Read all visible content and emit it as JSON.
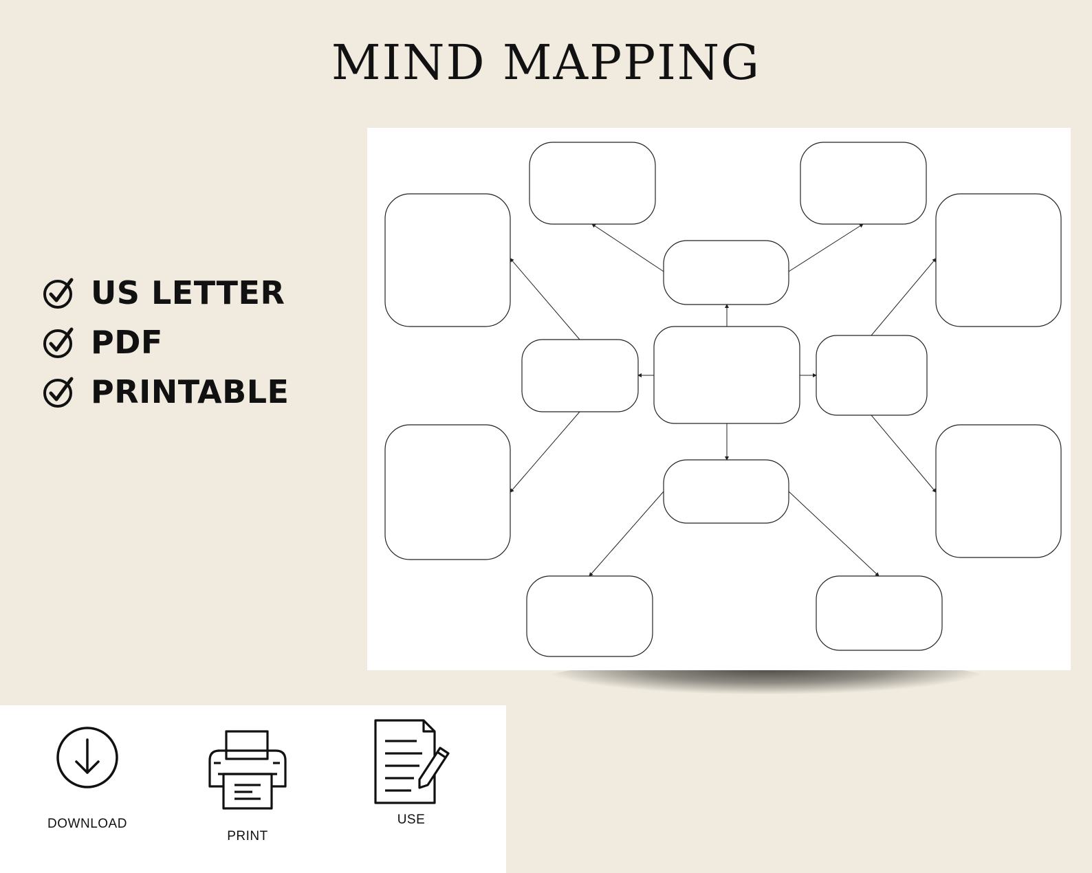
{
  "title": "MIND MAPPING",
  "features": [
    {
      "label": "US LETTER",
      "icon": "check-circle-icon"
    },
    {
      "label": "PDF",
      "icon": "check-circle-icon"
    },
    {
      "label": "PRINTABLE",
      "icon": "check-circle-icon"
    }
  ],
  "actions": {
    "download": {
      "label": "DOWNLOAD",
      "icon": "download-icon"
    },
    "print": {
      "label": "PRINT",
      "icon": "printer-icon"
    },
    "use": {
      "label": "USE",
      "icon": "document-pencil-icon"
    }
  },
  "colors": {
    "background": "#f1ebdf",
    "text": "#111111",
    "sheet": "#ffffff"
  }
}
